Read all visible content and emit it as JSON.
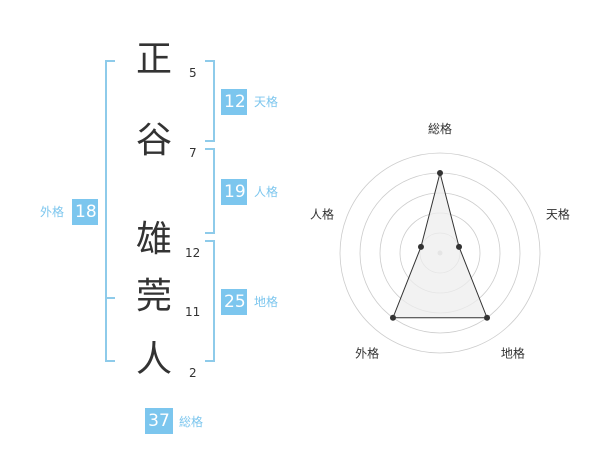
{
  "characters": [
    {
      "char": "正",
      "strokes": "5"
    },
    {
      "char": "谷",
      "strokes": "7"
    },
    {
      "char": "雄",
      "strokes": "12"
    },
    {
      "char": "莞",
      "strokes": "11"
    },
    {
      "char": "人",
      "strokes": "2"
    }
  ],
  "fortunes": {
    "tenkaku": {
      "value": "12",
      "label": "天格"
    },
    "jinkaku": {
      "value": "19",
      "label": "人格"
    },
    "chikaku": {
      "value": "25",
      "label": "地格"
    },
    "gaikaku": {
      "value": "18",
      "label": "外格"
    },
    "soukaku": {
      "value": "37",
      "label": "総格"
    }
  },
  "chart_data": {
    "type": "radar",
    "axes": [
      "総格",
      "天格",
      "地格",
      "外格",
      "人格"
    ],
    "values": [
      4,
      1,
      4,
      4,
      1
    ],
    "max": 5,
    "rings": 5,
    "colors": {
      "fill": "#eeeeee",
      "stroke": "#333333",
      "grid": "#cccccc"
    }
  }
}
